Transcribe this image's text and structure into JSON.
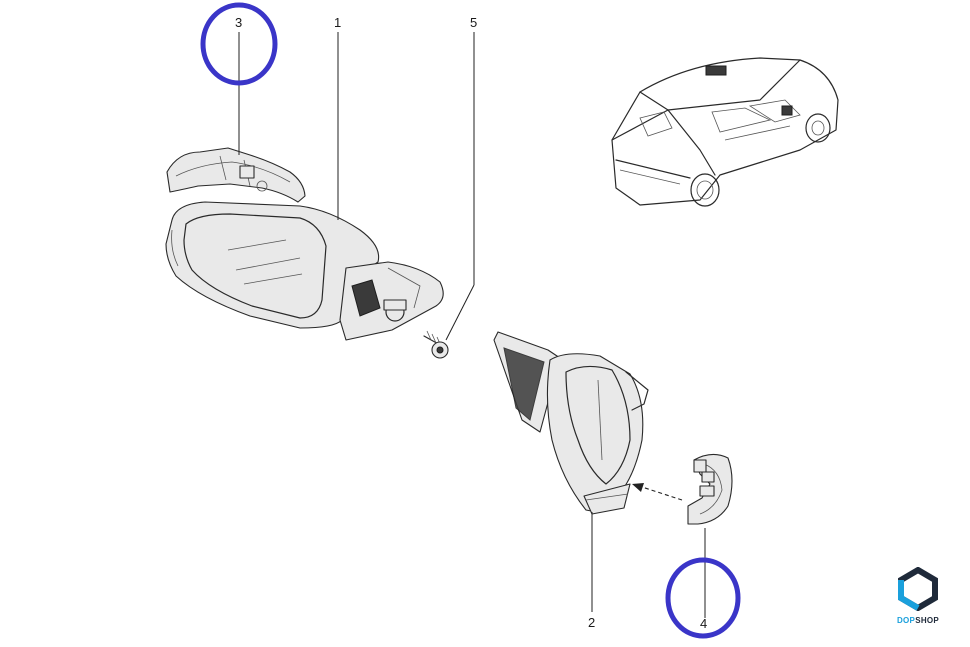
{
  "callouts": {
    "c1": "1",
    "c2": "2",
    "c3": "3",
    "c4": "4",
    "c5": "5"
  },
  "highlight_color": "#3a35c8",
  "logo": {
    "prefix": "DOP",
    "suffix": "SHOP",
    "colors": {
      "dark": "#1f2a3a",
      "accent": "#1aa0dc"
    }
  }
}
